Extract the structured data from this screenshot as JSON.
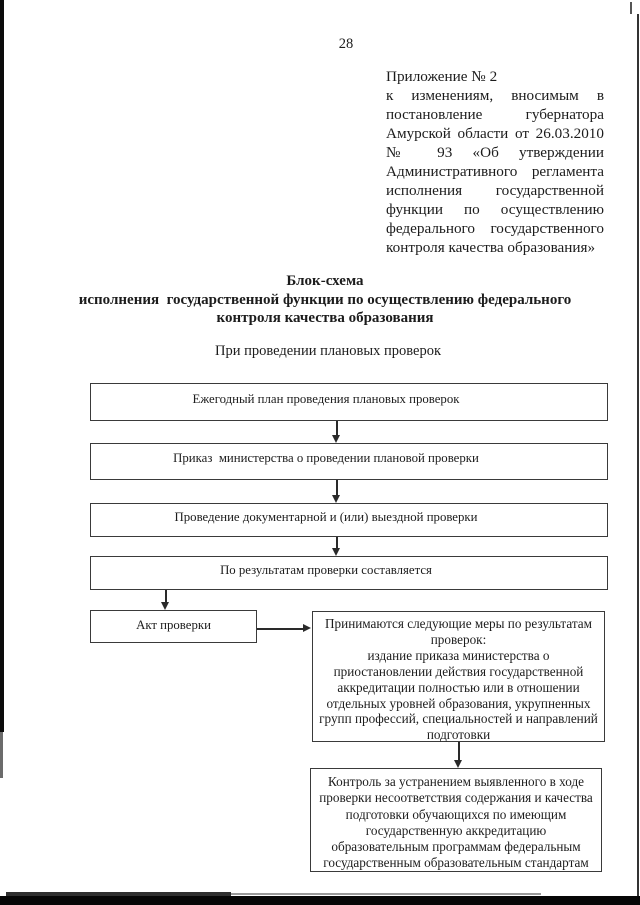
{
  "page": {
    "number": "28"
  },
  "colors": {
    "background": "#ffffff",
    "ink": "#1c1c1c",
    "box_border": "#3a3a3a",
    "scan_edge": "#0b0b0b"
  },
  "appendix": {
    "lines": [
      "Приложение № 2",
      "к изменениям, вносимым в",
      "постановление губернатора",
      "Амурской области от 26.03.2010",
      "№ 93 «Об утверждении",
      "Административного регламента",
      "исполнения государственной",
      "функции по осуществлению",
      "федерального государственного",
      "контроля качества образования»"
    ]
  },
  "title": {
    "text": "Блок-схема\nисполнения  государственной функции по осуществлению федерального\nконтроля качества образования"
  },
  "subtitle": "При проведении плановых проверок",
  "flow": {
    "boxes": [
      {
        "id": "annual-plan",
        "text": "Ежегодный план проведения плановых проверок"
      },
      {
        "id": "ministry-order",
        "text": "Приказ  министерства о проведении плановой проверки"
      },
      {
        "id": "inspection",
        "text": "Проведение документарной и (или) выездной проверки"
      },
      {
        "id": "results",
        "text": "По результатам проверки составляется"
      },
      {
        "id": "act",
        "text": "Акт проверки"
      },
      {
        "id": "measures",
        "text": "Принимаются следующие меры по результатам\nпроверок:\nиздание приказа министерства о\nприостановлении действия государственной\nаккредитации полностью или в отношении\nотдельных уровней образования, укрупненных\nгрупп профессий, специальностей и направлений\nподготовки"
      },
      {
        "id": "control",
        "text": "Контроль за устранением выявленного в ходе\nпроверки несоответствия содержания и качества\nподготовки обучающихся по имеющим\nгосударственную аккредитацию\nобразовательным программам федеральным\nгосударственным образовательным стандартам"
      }
    ],
    "connections": [
      {
        "from": "annual-plan",
        "to": "ministry-order"
      },
      {
        "from": "ministry-order",
        "to": "inspection"
      },
      {
        "from": "inspection",
        "to": "results"
      },
      {
        "from": "results",
        "to": "act"
      },
      {
        "from": "act",
        "to": "measures"
      },
      {
        "from": "measures",
        "to": "control"
      }
    ]
  }
}
